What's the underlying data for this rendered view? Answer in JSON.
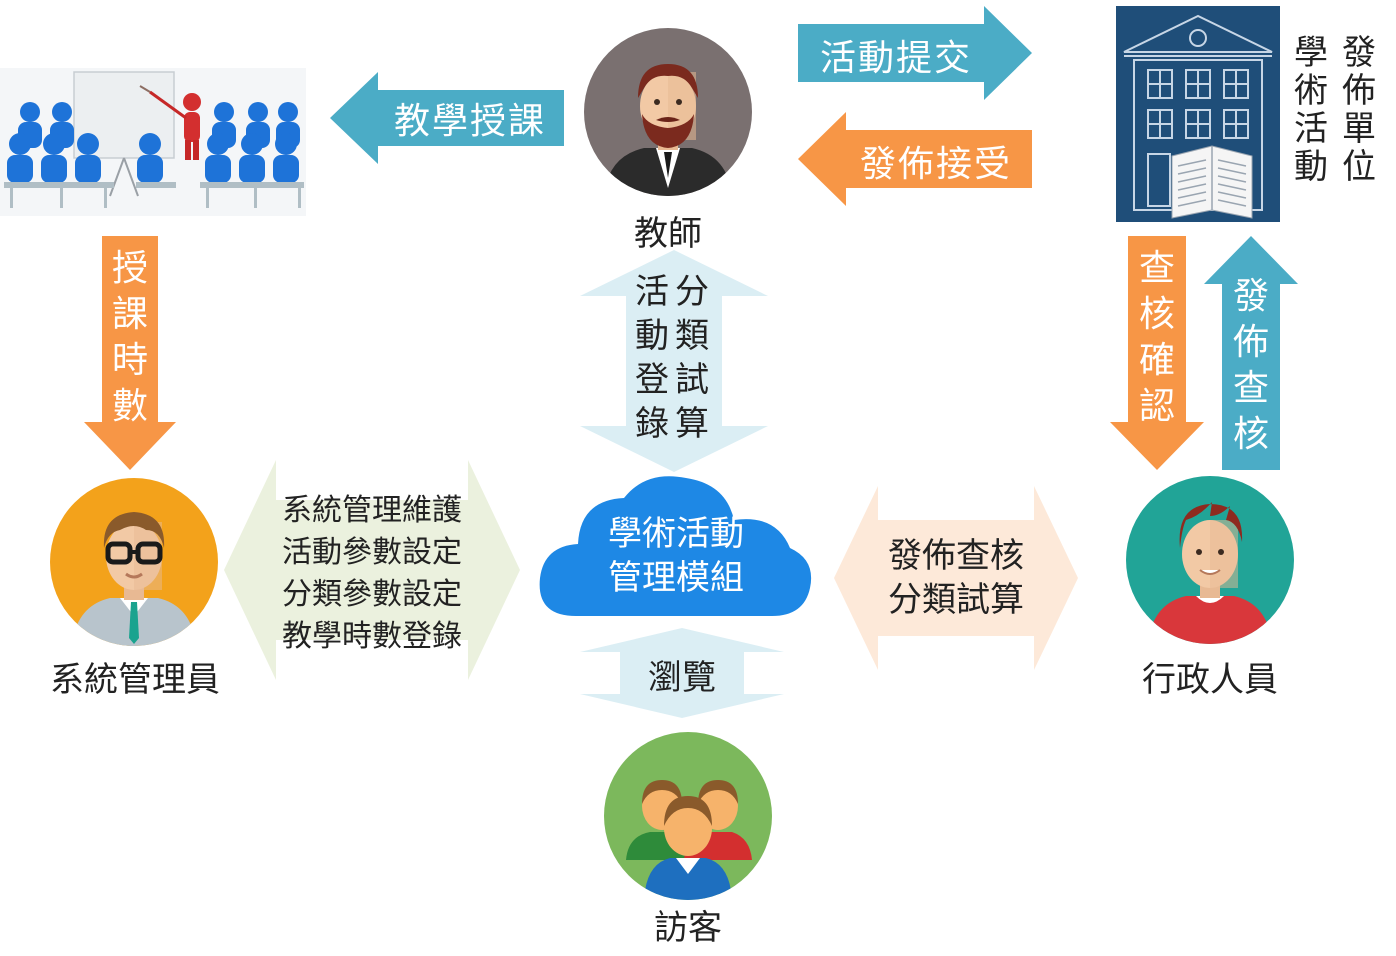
{
  "nodes": {
    "teacher": "教師",
    "admin": "系統管理員",
    "staff": "行政人員",
    "visitor": "訪客",
    "cloud": [
      "學術活動",
      "管理模組"
    ],
    "publisher_col1": [
      "學",
      "術",
      "活",
      "動"
    ],
    "publisher_col2": [
      "發",
      "佈",
      "單",
      "位"
    ]
  },
  "arrows": {
    "teaching": "教學授課",
    "activity_submit": "活動提交",
    "publish_accept": "發佈接受",
    "teaching_hours": [
      "授",
      "課",
      "時",
      "數"
    ],
    "review_confirm": [
      "查",
      "核",
      "確",
      "認"
    ],
    "publish_review": [
      "發",
      "佈",
      "查",
      "核"
    ],
    "teacher_module_col1": [
      "活",
      "動",
      "登",
      "錄"
    ],
    "teacher_module_col2": [
      "分",
      "類",
      "試",
      "算"
    ],
    "admin_module": [
      "系統管理維護",
      "活動參數設定",
      "分類參數設定",
      "教學時數登錄"
    ],
    "staff_module": [
      "發佈查核",
      "分類試算"
    ],
    "browse": "瀏覽"
  },
  "colors": {
    "blue_arrow": "#4bacc6",
    "orange_arrow": "#f79646",
    "light_blue": "#dbeef4",
    "light_green": "#ebf1de",
    "light_orange": "#fde9d9",
    "cloud": "#1e88e5",
    "building_bg": "#1f4e79"
  }
}
